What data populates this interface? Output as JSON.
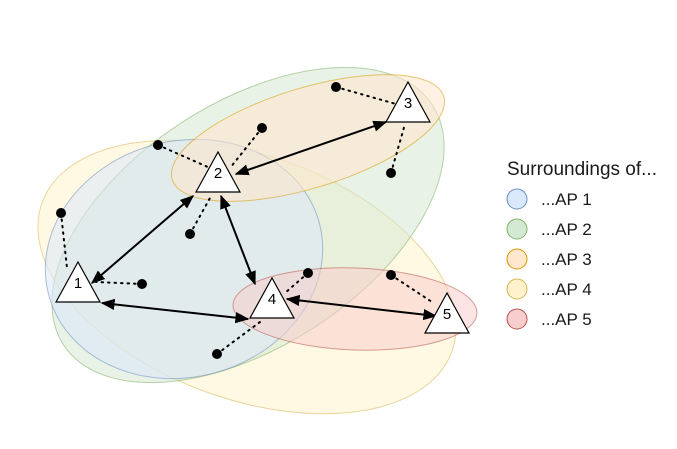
{
  "legend": {
    "title": "Surroundings of...",
    "items": [
      {
        "label": "...AP 1",
        "fill": "#dae8fc",
        "stroke": "#6c8ebf"
      },
      {
        "label": "...AP 2",
        "fill": "#d5e8d4",
        "stroke": "#82b366"
      },
      {
        "label": "...AP 3",
        "fill": "#ffe6cc",
        "stroke": "#d79b00"
      },
      {
        "label": "...AP 4",
        "fill": "#fff2cc",
        "stroke": "#d6b656"
      },
      {
        "label": "...AP 5",
        "fill": "#f8cecc",
        "stroke": "#b85450"
      }
    ]
  },
  "access_points": [
    {
      "label": "1"
    },
    {
      "label": "2"
    },
    {
      "label": "3"
    },
    {
      "label": "4"
    },
    {
      "label": "5"
    }
  ],
  "links": [
    {
      "from": "1",
      "to": "2"
    },
    {
      "from": "1",
      "to": "4"
    },
    {
      "from": "2",
      "to": "3"
    },
    {
      "from": "2",
      "to": "4"
    },
    {
      "from": "4",
      "to": "5"
    }
  ],
  "colors": {
    "ap_fill": "#ffffff",
    "ap_stroke": "#000000",
    "link": "#000000",
    "client_dot": "#000000"
  }
}
